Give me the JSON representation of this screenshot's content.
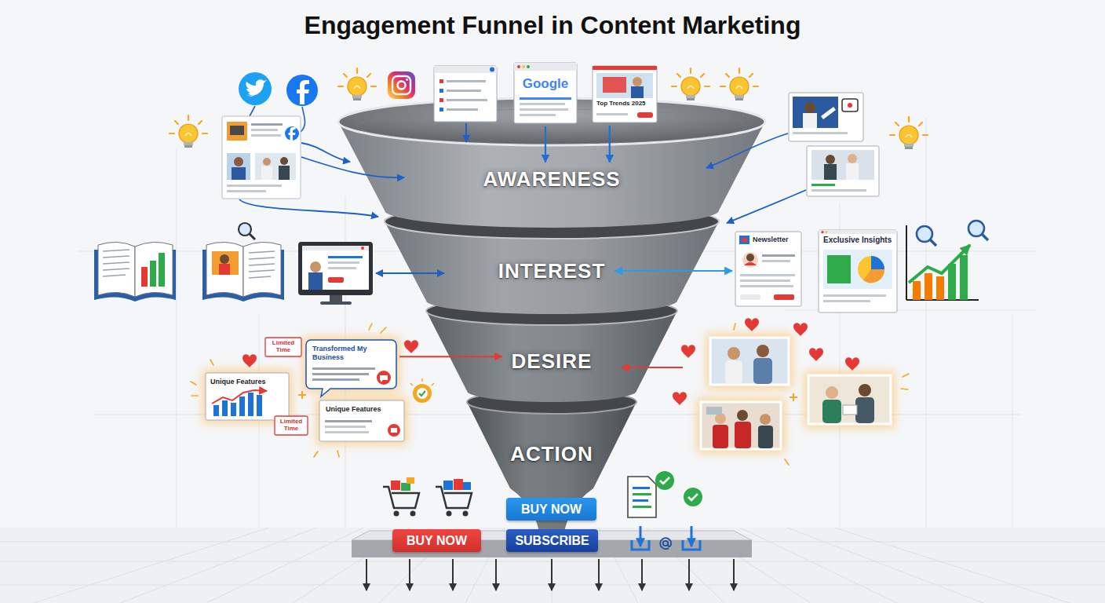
{
  "diagram": {
    "title": "Engagement Funnel in Content Marketing",
    "nodes": [
      {
        "text": [
          "Google"
        ]
      },
      {
        "text": [
          "Top Trends 2025"
        ]
      },
      {
        "text": [
          "AWARENESS"
        ]
      },
      {
        "text": [
          "INTEREST"
        ]
      },
      {
        "text": [
          "Newsletter"
        ]
      },
      {
        "text": [
          "Exclusive Insights"
        ]
      },
      {
        "text": [
          "Limited Time"
        ]
      },
      {
        "text": [
          "Transformed My Business"
        ]
      },
      {
        "text": [
          "Unique Features"
        ]
      },
      {
        "text": [
          "DESIRE"
        ]
      },
      {
        "text": [
          "Unique Features"
        ]
      },
      {
        "text": [
          "Limited Time"
        ]
      },
      {
        "text": [
          "ACTION"
        ]
      },
      {
        "text": [
          "BUY NOW"
        ]
      },
      {
        "text": [
          "BUY NOW"
        ]
      },
      {
        "text": [
          "SUBSCRIBE"
        ]
      }
    ],
    "edges": [
      {
        "from": 0,
        "to": 2,
        "arrow": "to"
      },
      {
        "from": 1,
        "to": 2,
        "arrow": "to"
      },
      {
        "from": 4,
        "to": 3,
        "arrow": "both"
      },
      {
        "from": 7,
        "to": 9,
        "arrow": "to"
      }
    ]
  }
}
